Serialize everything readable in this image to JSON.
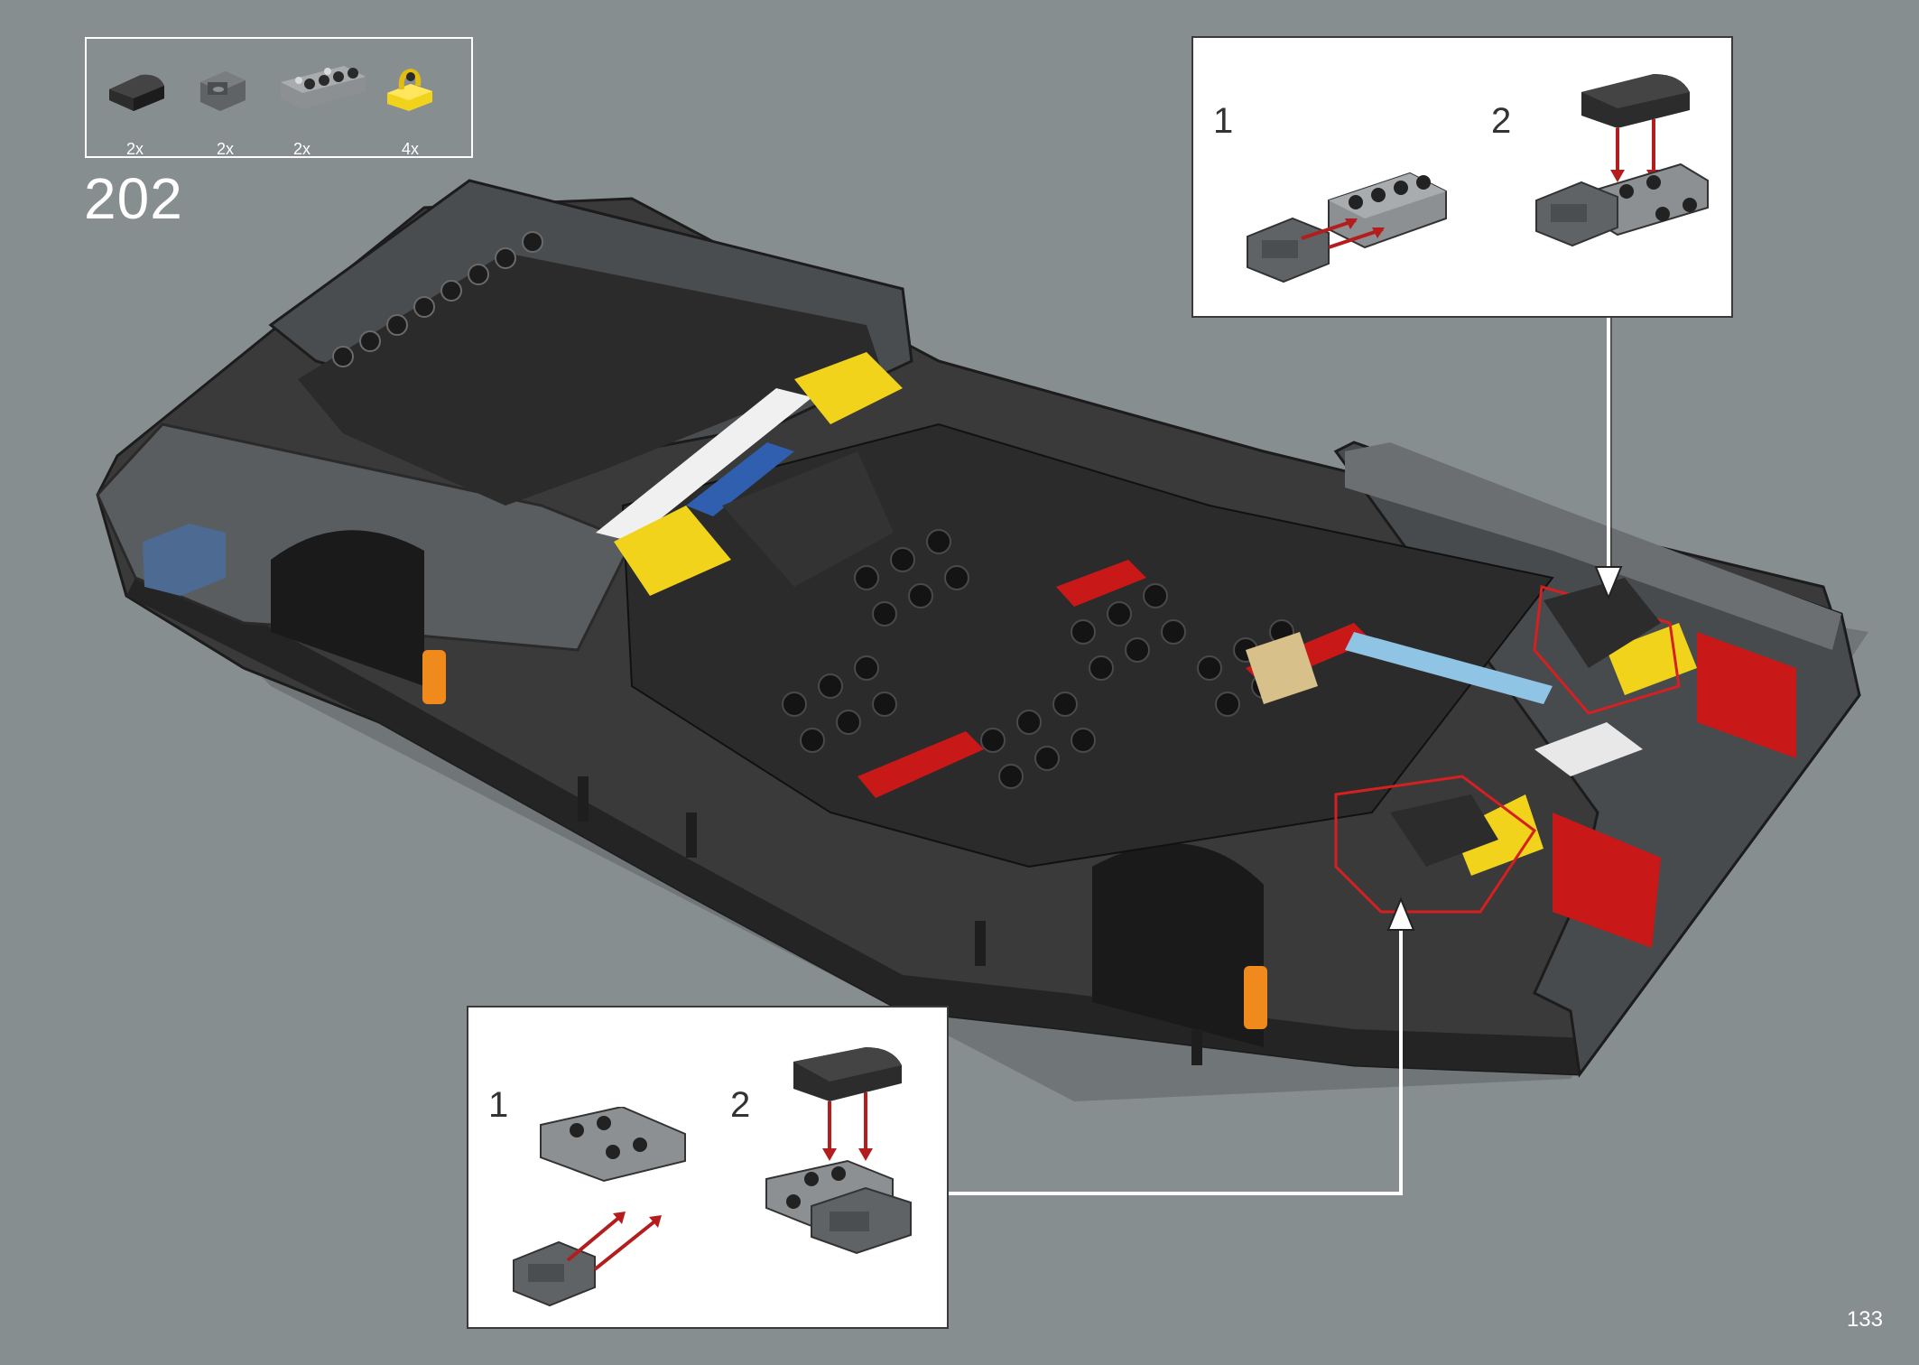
{
  "page": {
    "step_number": "202",
    "page_number": "133"
  },
  "parts_list": [
    {
      "quantity": "2x",
      "icon": "slope-curved-2x2-black-icon",
      "color": "#2c2c2c"
    },
    {
      "quantity": "2x",
      "icon": "bracket-1x2-dark-grey-icon",
      "color": "#5f6365"
    },
    {
      "quantity": "2x",
      "icon": "bracket-plate-1x4-grey-icon",
      "color": "#8c9092"
    },
    {
      "quantity": "4x",
      "icon": "plate-clip-1x1-yellow-icon",
      "color": "#f2d31b"
    }
  ],
  "callouts": [
    {
      "position": "top-right",
      "sub_steps": [
        "1",
        "2"
      ]
    },
    {
      "position": "bottom",
      "sub_steps": [
        "1",
        "2"
      ]
    }
  ],
  "colors": {
    "background": "#878e90",
    "assembly_arrow": "#b41d1d",
    "highlight_outline": "#d42020",
    "model_dark": "#3a3a3a",
    "model_black": "#262626",
    "accent_yellow": "#f2d31b",
    "accent_blue": "#2f5fae",
    "accent_red": "#c91818"
  }
}
